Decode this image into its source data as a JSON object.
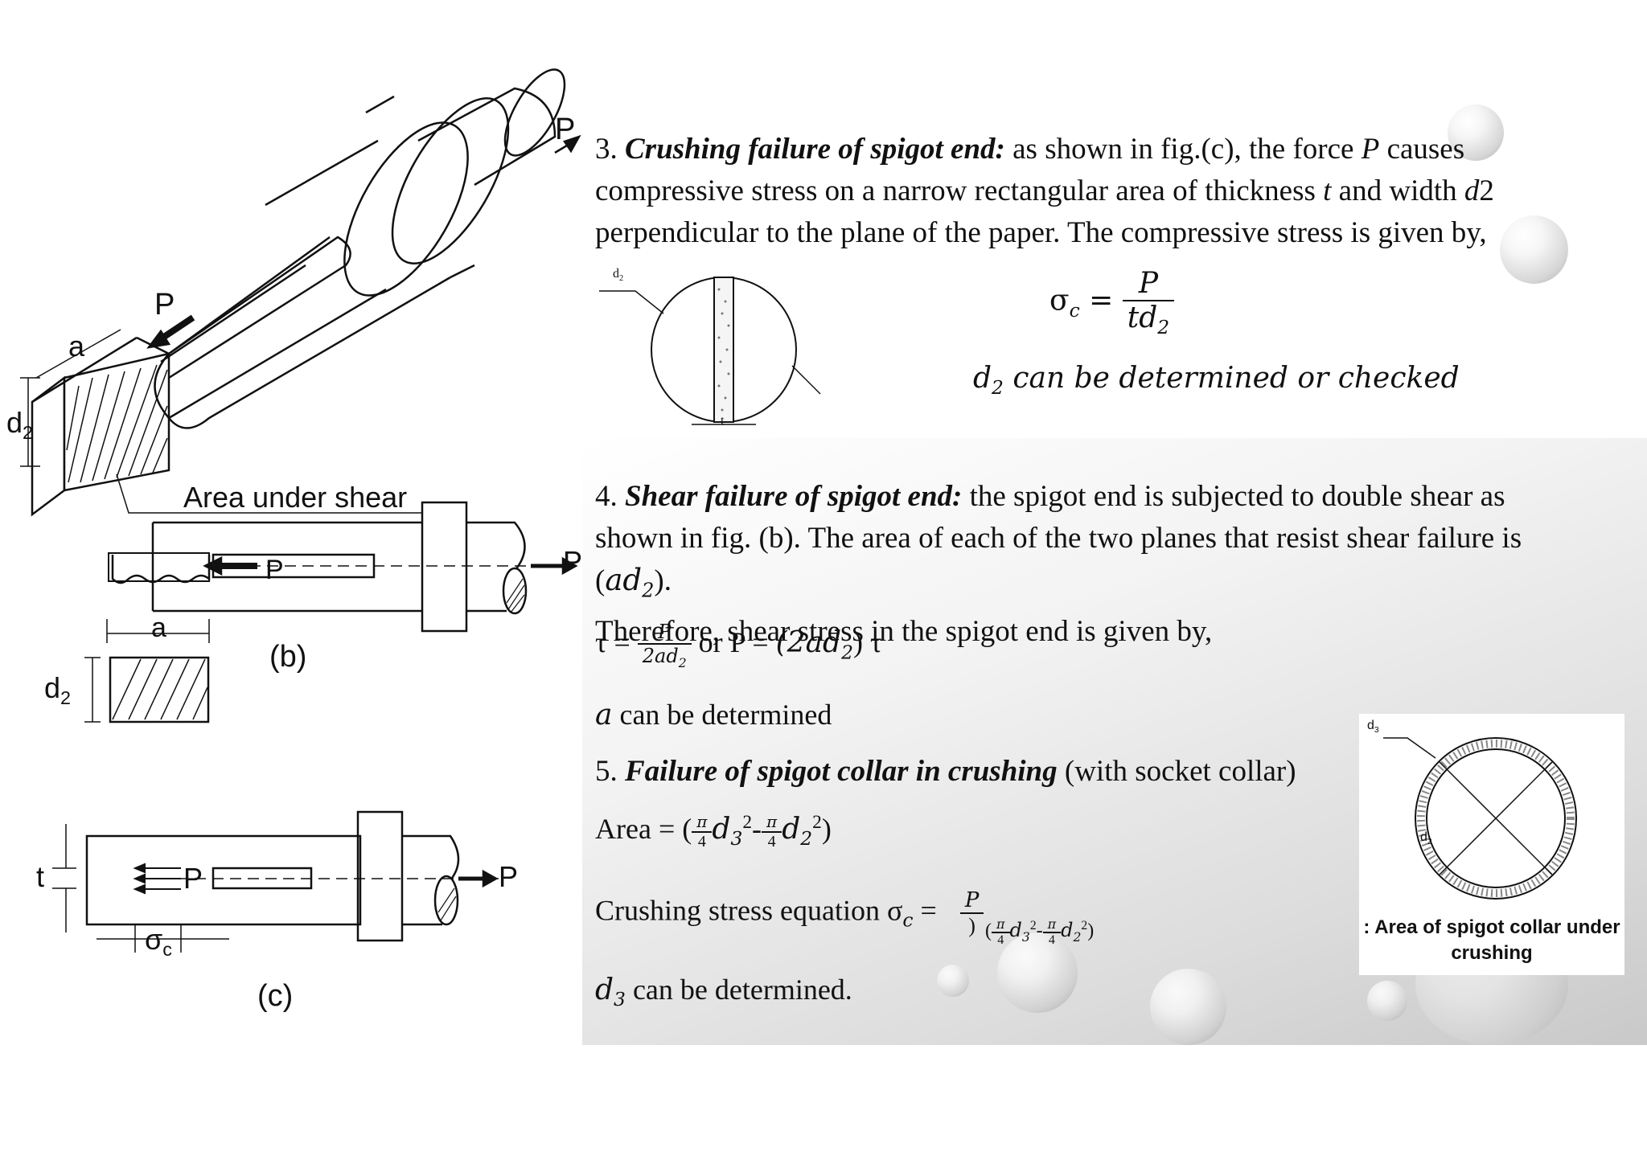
{
  "fig_labels": {
    "P_top": "P",
    "P_arrow": "P",
    "a": "a",
    "d2": "d",
    "d2_sub": "2",
    "area_under_shear": "Area under shear",
    "fig_b": "(b)",
    "fig_c": "(c)",
    "b_P_inner": "P",
    "b_P_right": "P",
    "b_a": "a",
    "b_d2": "d",
    "b_d2_sub": "2",
    "c_t": "t",
    "c_P_inner": "P",
    "c_P_right": "P",
    "c_sigma": "σ",
    "c_sigma_sub": "c"
  },
  "section3": {
    "number": "3. ",
    "title": "Crushing failure of spigot end:",
    "text_a": " as shown in fig.(c), the force ",
    "P": "P",
    "text_b": " causes compressive stress on a narrow rectangular area of thickness ",
    "t": "t",
    "text_c": " and width ",
    "d2": "d",
    "d2_num": "2",
    "text_d": " perpendicular to the plane of the paper. The compressive stress is given by,",
    "diagram_d2": "d",
    "diagram_d2_sub": "2",
    "diagram_t": "t",
    "formula_lhs": "σ",
    "formula_lhs_sub": "c",
    "formula_eq": "=",
    "formula_num": "P",
    "formula_den": "td",
    "formula_den_sub": "2",
    "note_d": "d",
    "note_sub": "2",
    "note_text": " can be determined or checked"
  },
  "section4": {
    "number": "4. ",
    "title": "Shear failure of spigot end:",
    "text_a": " the spigot end is subjected to double shear as shown in fig. (b). The area of each of the two planes that resist shear failure is (",
    "ad": "ad",
    "ad_sub": "2",
    "text_b": ").",
    "text_c": "Therefore, shear stress in the spigot end is given by,",
    "tau": "τ =",
    "frac_num": "P",
    "frac_den": "2ad",
    "frac_den_sub": "2",
    "or_text": " or P = ",
    "rhs": "(2ad",
    "rhs_sub": "2",
    "rhs_end": ") τ",
    "a_var": "a",
    "a_text": " can be determined"
  },
  "section5": {
    "number": "5. ",
    "title": "Failure of spigot collar in crushing",
    "text_a": " (with socket collar)",
    "area_label": "Area = (",
    "pi": "π",
    "four": "4",
    "d3": "d",
    "d3_sub": "3",
    "sq": "2",
    "minus": "-",
    "d2": "d",
    "d2_sub": "2",
    "close": ")",
    "crush_label": "Crushing stress equation σ",
    "crush_sub": "c",
    "crush_eq": " =",
    "crush_num": "P",
    "final_d": "d",
    "final_sub": "3",
    "final_text": " can be determined."
  },
  "collar_figure": {
    "d3": "d",
    "d3_sub": "3",
    "d2": "d",
    "d2_sub": "2",
    "caption": ": Area of spigot collar under crushing"
  }
}
